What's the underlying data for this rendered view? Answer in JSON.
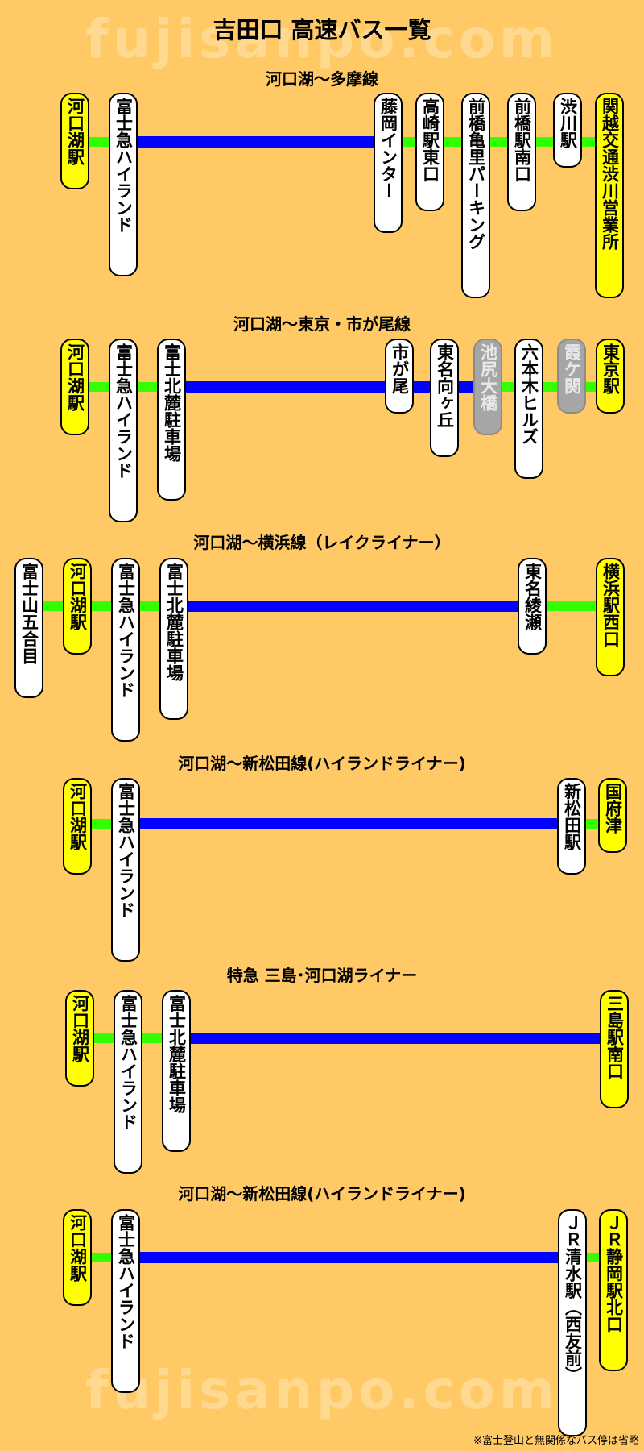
{
  "page_title": "吉田口 高速バス一覧",
  "watermark": "fujisanpo.com",
  "footnote": "※富士登山と無関係なバス停は省略",
  "colors": {
    "background": "#ffc966",
    "terminal_stop": "#ffff00",
    "normal_stop": "#ffffff",
    "skipped_stop": "#a6a6a6",
    "line_local": "#33ff00",
    "line_express": "#0000ff"
  },
  "routes": [
    {
      "title": "河口湖～多摩線",
      "stops": [
        {
          "name": "河口湖駅",
          "style": "terminal"
        },
        {
          "name": "富士急ハイランド",
          "style": "normal"
        },
        {
          "name": "藤岡インター",
          "style": "normal"
        },
        {
          "name": "高崎駅東口",
          "style": "normal"
        },
        {
          "name": "前橋亀里パーキング",
          "style": "normal"
        },
        {
          "name": "前橋駅南口",
          "style": "normal"
        },
        {
          "name": "渋川駅",
          "style": "normal"
        },
        {
          "name": "関越交通渋川営業所",
          "style": "terminal"
        }
      ],
      "segments": [
        "local",
        "express",
        "local",
        "local",
        "local",
        "local",
        "local"
      ]
    },
    {
      "title": "河口湖～東京・市が尾線",
      "stops": [
        {
          "name": "河口湖駅",
          "style": "terminal"
        },
        {
          "name": "富士急ハイランド",
          "style": "normal"
        },
        {
          "name": "富士北麓駐車場",
          "style": "normal"
        },
        {
          "name": "市が尾",
          "style": "normal"
        },
        {
          "name": "東名向ヶ丘",
          "style": "normal"
        },
        {
          "name": "池尻大橋",
          "style": "skip"
        },
        {
          "name": "六本木ヒルズ",
          "style": "normal"
        },
        {
          "name": "霞ケ関",
          "style": "skip"
        },
        {
          "name": "東京駅",
          "style": "terminal"
        }
      ],
      "segments": [
        "local",
        "local",
        "express",
        "express",
        "express",
        "local",
        "local",
        "local"
      ]
    },
    {
      "title": "河口湖～横浜線（レイクライナー）",
      "stops": [
        {
          "name": "富士山五合目",
          "style": "normal"
        },
        {
          "name": "河口湖駅",
          "style": "terminal"
        },
        {
          "name": "富士急ハイランド",
          "style": "normal"
        },
        {
          "name": "富士北麓駐車場",
          "style": "normal"
        },
        {
          "name": "東名綾瀬",
          "style": "normal"
        },
        {
          "name": "横浜駅西口",
          "style": "terminal"
        }
      ],
      "segments": [
        "local",
        "local",
        "local",
        "express",
        "local"
      ]
    },
    {
      "title": "河口湖～新松田線(ハイランドライナー)",
      "stops": [
        {
          "name": "河口湖駅",
          "style": "terminal"
        },
        {
          "name": "富士急ハイランド",
          "style": "normal"
        },
        {
          "name": "新松田駅",
          "style": "normal"
        },
        {
          "name": "国府津",
          "style": "terminal"
        }
      ],
      "segments": [
        "local",
        "express",
        "local"
      ]
    },
    {
      "title": "特急 三島･河口湖ライナー",
      "stops": [
        {
          "name": "河口湖駅",
          "style": "terminal"
        },
        {
          "name": "富士急ハイランド",
          "style": "normal"
        },
        {
          "name": "富士北麓駐車場",
          "style": "normal"
        },
        {
          "name": "三島駅南口",
          "style": "terminal"
        }
      ],
      "segments": [
        "local",
        "local",
        "express"
      ]
    },
    {
      "title": "河口湖～新松田線(ハイランドライナー)",
      "stops": [
        {
          "name": "河口湖駅",
          "style": "terminal"
        },
        {
          "name": "富士急ハイランド",
          "style": "normal"
        },
        {
          "name": "ＪＲ清水駅（西友前）",
          "style": "normal"
        },
        {
          "name": "ＪＲ静岡駅北口",
          "style": "terminal"
        }
      ],
      "segments": [
        "local",
        "express",
        "local"
      ]
    }
  ]
}
